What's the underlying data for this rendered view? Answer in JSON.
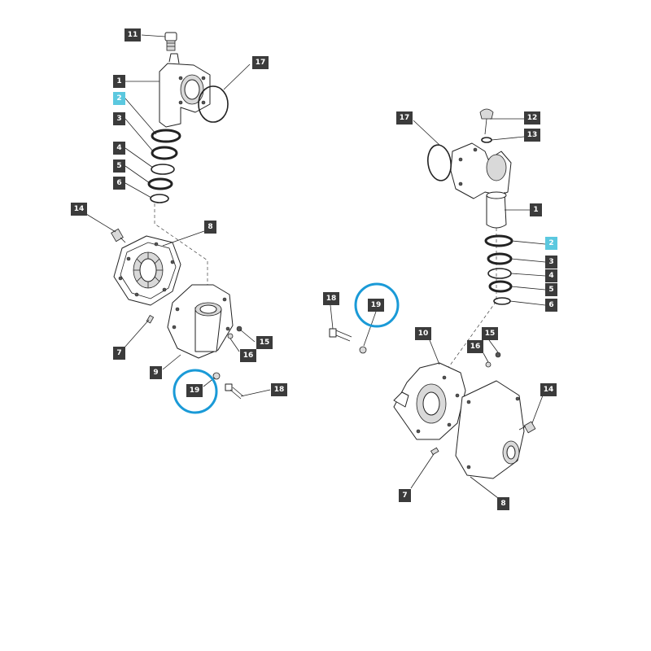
{
  "diagram": {
    "callouts": [
      {
        "id": "c11",
        "label": "11"
      },
      {
        "id": "c17a",
        "label": "17"
      },
      {
        "id": "c1a",
        "label": "1"
      },
      {
        "id": "c2a",
        "label": "2"
      },
      {
        "id": "c3a",
        "label": "3"
      },
      {
        "id": "c4a",
        "label": "4"
      },
      {
        "id": "c5a",
        "label": "5"
      },
      {
        "id": "c6a",
        "label": "6"
      },
      {
        "id": "c14a",
        "label": "14"
      },
      {
        "id": "c8a",
        "label": "8"
      },
      {
        "id": "c7a",
        "label": "7"
      },
      {
        "id": "c15a",
        "label": "15"
      },
      {
        "id": "c16a",
        "label": "16"
      },
      {
        "id": "c9",
        "label": "9"
      },
      {
        "id": "c19a",
        "label": "19"
      },
      {
        "id": "c18a",
        "label": "18"
      },
      {
        "id": "c17b",
        "label": "17"
      },
      {
        "id": "c12",
        "label": "12"
      },
      {
        "id": "c13",
        "label": "13"
      },
      {
        "id": "c1b",
        "label": "1"
      },
      {
        "id": "c2b",
        "label": "2"
      },
      {
        "id": "c3b",
        "label": "3"
      },
      {
        "id": "c4b",
        "label": "4"
      },
      {
        "id": "c5b",
        "label": "5"
      },
      {
        "id": "c6b",
        "label": "6"
      },
      {
        "id": "c18b",
        "label": "18"
      },
      {
        "id": "c19b",
        "label": "19"
      },
      {
        "id": "c10",
        "label": "10"
      },
      {
        "id": "c15b",
        "label": "15"
      },
      {
        "id": "c16b",
        "label": "16"
      },
      {
        "id": "c14b",
        "label": "14"
      },
      {
        "id": "c7b",
        "label": "7"
      },
      {
        "id": "c8b",
        "label": "8"
      }
    ],
    "colors": {
      "callout": "#3b3b3b",
      "callout_highlight": "#5bc8df",
      "highlight_circle": "#1a9ad7"
    }
  }
}
